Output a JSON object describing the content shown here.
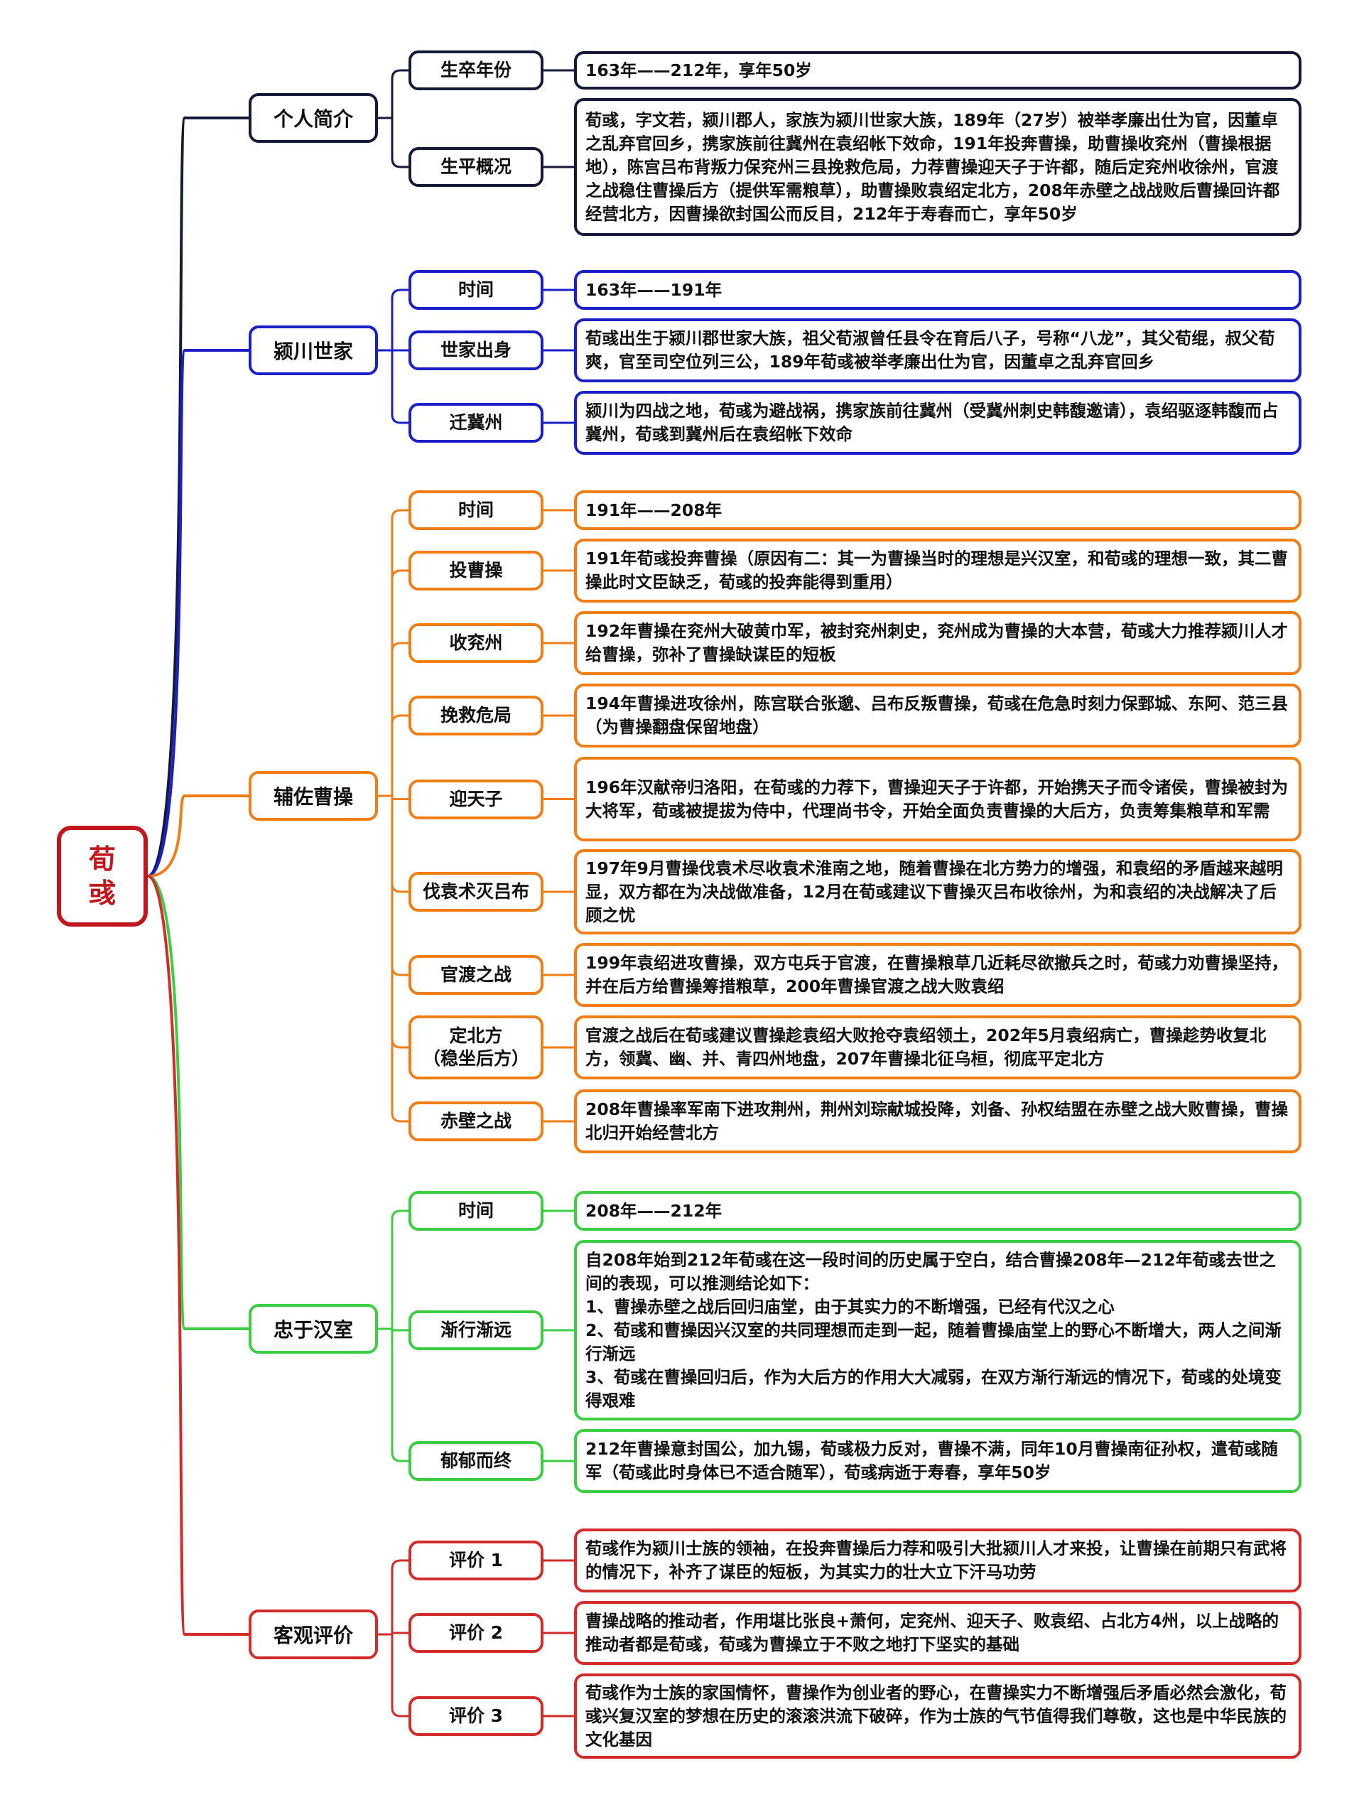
{
  "root": {
    "label": "荀\n彧",
    "color": "#c0161c"
  },
  "branches": [
    {
      "label": "个人简介",
      "color": "#151a3a",
      "items": [
        {
          "label": "生卒年份",
          "text": "163年——212年，享年50岁"
        },
        {
          "label": "生平概况",
          "text": "荀彧，字文若，颍川郡人，家族为颍川世家大族，189年（27岁）被举孝廉出仕为官，因董卓之乱弃官回乡，携家族前往冀州在袁绍帐下效命，191年投奔曹操，助曹操收兖州（曹操根据地），陈宫吕布背叛力保兖州三县挽救危局，力荐曹操迎天子于许都，随后定兖州收徐州，官渡之战稳住曹操后方（提供军需粮草），助曹操败袁绍定北方，208年赤壁之战战败后曹操回许都经营北方，因曹操欲封国公而反目，212年于寿春而亡，享年50岁"
        }
      ]
    },
    {
      "label": "颍川世家",
      "color": "#1a1fc7",
      "items": [
        {
          "label": "时间",
          "text": "163年——191年"
        },
        {
          "label": "世家出身",
          "text": "荀彧出生于颍川郡世家大族，祖父荀淑曾任县令在育后八子，号称“八龙”，其父荀绲，叔父荀爽，官至司空位列三公，189年荀彧被举孝廉出仕为官，因董卓之乱弃官回乡"
        },
        {
          "label": "迁冀州",
          "text": "颍川为四战之地，荀彧为避战祸，携家族前往冀州（受冀州刺史韩馥邀请），袁绍驱逐韩馥而占冀州，荀彧到冀州后在袁绍帐下效命"
        }
      ]
    },
    {
      "label": "辅佐曹操",
      "color": "#f07d16",
      "items": [
        {
          "label": "时间",
          "text": "191年——208年"
        },
        {
          "label": "投曹操",
          "text": "191年荀彧投奔曹操（原因有二：其一为曹操当时的理想是兴汉室，和荀彧的理想一致，其二曹操此时文臣缺乏，荀彧的投奔能得到重用）"
        },
        {
          "label": "收兖州",
          "text": "192年曹操在兖州大破黄巾军，被封兖州刺史，兖州成为曹操的大本营，荀彧大力推荐颍川人才给曹操，弥补了曹操缺谋臣的短板"
        },
        {
          "label": "挽救危局",
          "text": "194年曹操进攻徐州，陈宫联合张邈、吕布反叛曹操，荀彧在危急时刻力保鄄城、东阿、范三县（为曹操翻盘保留地盘）"
        },
        {
          "label": "迎天子",
          "text": "196年汉献帝归洛阳，在荀彧的力荐下，曹操迎天子于许都，开始携天子而令诸侯，曹操被封为大将军，荀彧被提拔为侍中，代理尚书令，开始全面负责曹操的大后方，负责筹集粮草和军需"
        },
        {
          "label": "伐袁术灭吕布",
          "text": "197年9月曹操伐袁术尽收袁术淮南之地，随着曹操在北方势力的增强，和袁绍的矛盾越来越明显，双方都在为决战做准备，12月在荀彧建议下曹操灭吕布收徐州，为和袁绍的决战解决了后顾之忧"
        },
        {
          "label": "官渡之战",
          "text": "199年袁绍进攻曹操，双方屯兵于官渡，在曹操粮草几近耗尽欲撤兵之时，荀彧力劝曹操坚持，并在后方给曹操筹措粮草，200年曹操官渡之战大败袁绍"
        },
        {
          "label": "定北方\n（稳坐后方）",
          "text": "官渡之战后在荀彧建议曹操趁袁绍大败抢夺袁绍领土，202年5月袁绍病亡，曹操趁势收复北方，领冀、幽、并、青四州地盘，207年曹操北征乌桓，彻底平定北方"
        },
        {
          "label": "赤壁之战",
          "text": "208年曹操率军南下进攻荆州，荆州刘琮献城投降，刘备、孙权结盟在赤壁之战大败曹操，曹操北归开始经营北方"
        }
      ]
    },
    {
      "label": "忠于汉室",
      "color": "#3ccd43",
      "items": [
        {
          "label": "时间",
          "text": "208年——212年"
        },
        {
          "label": "渐行渐远",
          "text": "自208年始到212年荀彧在这一段时间的历史属于空白，结合曹操208年—212年荀彧去世之间的表现，可以推测结论如下：\n1、曹操赤壁之战后回归庙堂，由于其实力的不断增强，已经有代汉之心\n2、荀彧和曹操因兴汉室的共同理想而走到一起，随着曹操庙堂上的野心不断增大，两人之间渐行渐远\n3、荀彧在曹操回归后，作为大后方的作用大大减弱，在双方渐行渐远的情况下，荀彧的处境变得艰难"
        },
        {
          "label": "郁郁而终",
          "text": "212年曹操意封国公，加九锡，荀彧极力反对，曹操不满，同年10月曹操南征孙权，遣荀彧随军（荀彧此时身体已不适合随军），荀彧病逝于寿春，享年50岁"
        }
      ]
    },
    {
      "label": "客观评价",
      "color": "#d32a2a",
      "items": [
        {
          "label": "评价 1",
          "text": "荀彧作为颍川士族的领袖，在投奔曹操后力荐和吸引大批颍川人才来投，让曹操在前期只有武将的情况下，补齐了谋臣的短板，为其实力的壮大立下汗马功劳"
        },
        {
          "label": "评价 2",
          "text": "曹操战略的推动者，作用堪比张良+萧何，定兖州、迎天子、败袁绍、占北方4州，以上战略的推动者都是荀彧，荀彧为曹操立于不败之地打下坚实的基础"
        },
        {
          "label": "评价 3",
          "text": "荀彧作为士族的家国情怀，曹操作为创业者的野心，在曹操实力不断增强后矛盾必然会激化，荀彧兴复汉室的梦想在历史的滚滚洪流下破碎，作为士族的气节值得我们尊敬，这也是中华民族的文化基因"
        }
      ]
    }
  ]
}
